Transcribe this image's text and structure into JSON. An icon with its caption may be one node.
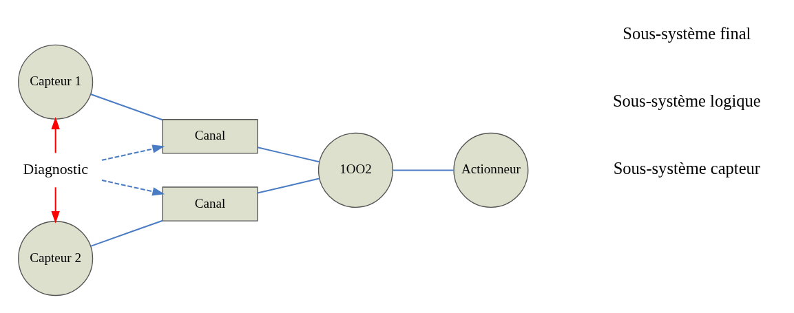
{
  "diagram": {
    "nodes": [
      {
        "text": [
          "Capteur 1"
        ]
      },
      {
        "text": [
          "Capteur 2"
        ]
      },
      {
        "text": [
          "Canal"
        ]
      },
      {
        "text": [
          "Canal"
        ]
      },
      {
        "text": [
          "1OO2"
        ]
      },
      {
        "text": [
          "Actionneur"
        ]
      },
      {
        "text": [
          "Diagnostic"
        ]
      }
    ],
    "edges": [
      {
        "from": 0,
        "to": 2,
        "arrow": "none"
      },
      {
        "from": 1,
        "to": 3,
        "arrow": "none"
      },
      {
        "from": 2,
        "to": 4,
        "arrow": "none"
      },
      {
        "from": 3,
        "to": 4,
        "arrow": "none"
      },
      {
        "from": 4,
        "to": 5,
        "arrow": "none"
      },
      {
        "from": 6,
        "to": 2,
        "arrow": "to",
        "style": "dashed"
      },
      {
        "from": 6,
        "to": 3,
        "arrow": "to",
        "style": "dashed"
      },
      {
        "from": 6,
        "to": 0,
        "arrow": "to",
        "color": "#ff0000"
      },
      {
        "from": 6,
        "to": 1,
        "arrow": "to",
        "color": "#ff0000"
      }
    ],
    "labels": [
      "Sous-système capteur",
      "Sous-système logique",
      "Sous-système final"
    ]
  }
}
